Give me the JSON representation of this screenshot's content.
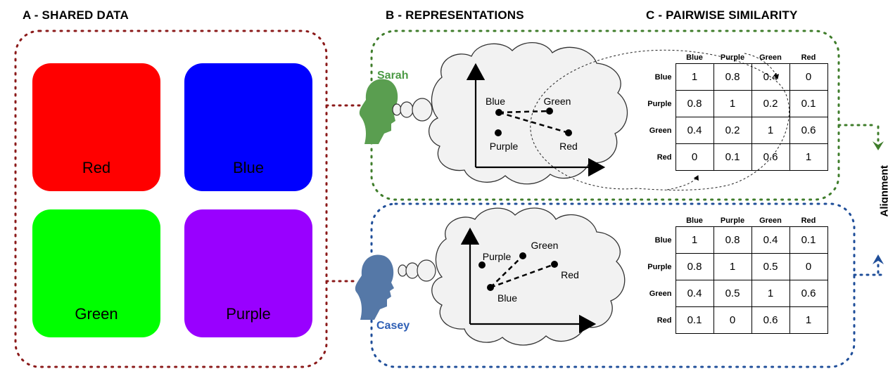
{
  "sections": {
    "shared_data_title": "A - SHARED DATA",
    "representations_title": "B - REPRESENTATIONS",
    "pairwise_title": "C - PAIRWISE SIMILARITY"
  },
  "cards": [
    {
      "label": "Red",
      "color": "#ff0000",
      "text_color": "#000000"
    },
    {
      "label": "Blue",
      "color": "#0000ff",
      "text_color": "#000000"
    },
    {
      "label": "Green",
      "color": "#00ff00",
      "text_color": "#000000"
    },
    {
      "label": "Purple",
      "color": "#9900ff",
      "text_color": "#000000"
    }
  ],
  "people": {
    "sarah": {
      "name": "Sarah",
      "color": "#4c9a45",
      "head_color": "#5a9e50"
    },
    "casey": {
      "name": "Casey",
      "color": "#2e5fb5",
      "head_color": "#5578a7"
    }
  },
  "sarah_points": {
    "blue": "Blue",
    "green": "Green",
    "purple": "Purple",
    "red": "Red"
  },
  "casey_points": {
    "purple": "Purple",
    "green": "Green",
    "red": "Red",
    "blue": "Blue"
  },
  "table_headers": [
    "Blue",
    "Purple",
    "Green",
    "Red"
  ],
  "sarah_table": {
    "rows": [
      {
        "label": "Blue",
        "values": [
          "1",
          "0.8",
          "0.4",
          "0"
        ]
      },
      {
        "label": "Purple",
        "values": [
          "0.8",
          "1",
          "0.2",
          "0.1"
        ]
      },
      {
        "label": "Green",
        "values": [
          "0.4",
          "0.2",
          "1",
          "0.6"
        ]
      },
      {
        "label": "Red",
        "values": [
          "0",
          "0.1",
          "0.6",
          "1"
        ]
      }
    ]
  },
  "casey_table": {
    "rows": [
      {
        "label": "Blue",
        "values": [
          "1",
          "0.8",
          "0.4",
          "0.1"
        ]
      },
      {
        "label": "Purple",
        "values": [
          "0.8",
          "1",
          "0.5",
          "0"
        ]
      },
      {
        "label": "Green",
        "values": [
          "0.4",
          "0.5",
          "1",
          "0.6"
        ]
      },
      {
        "label": "Red",
        "values": [
          "0.1",
          "0",
          "0.6",
          "1"
        ]
      }
    ]
  },
  "alignment_label": "Alignment",
  "colors": {
    "shared_border": "#8b1a1a",
    "sarah_border": "#3f7d2b",
    "casey_border": "#1f4e99",
    "thought_fill": "#f2f2f2"
  }
}
